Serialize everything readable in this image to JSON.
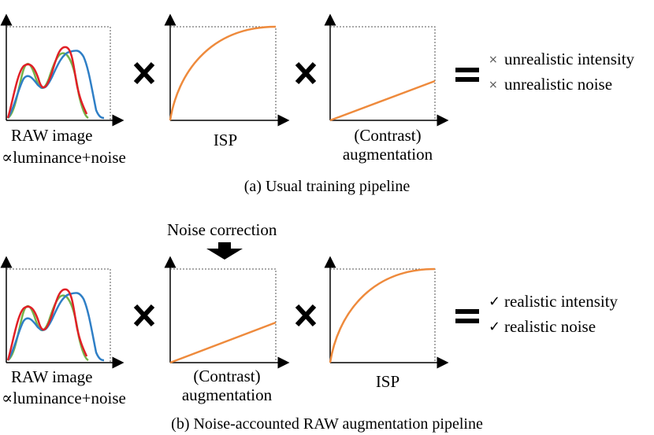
{
  "colors": {
    "raw_red": "#e11f26",
    "raw_blue": "#2f7fc6",
    "raw_green": "#74b34a",
    "curve_orange": "#ee8a3c"
  },
  "icons": {
    "multiply": "cross-icon",
    "equals": "equals-icon",
    "check": "checkmark-icon",
    "bad": "x-mark-icon",
    "arrow": "down-arrow-icon"
  },
  "row_a": {
    "raw_label_1": "RAW image",
    "raw_label_2": "∝luminance+noise",
    "graph2_label": "ISP",
    "graph3_label_1": "(Contrast)",
    "graph3_label_2": "augmentation",
    "result_1": "unrealistic intensity",
    "result_2": "unrealistic noise",
    "result_mark": "×",
    "caption": "(a) Usual training pipeline"
  },
  "row_b": {
    "noise_correction": "Noise correction",
    "raw_label_1": "RAW image",
    "raw_label_2": "∝luminance+noise",
    "graph2_label_1": "(Contrast)",
    "graph2_label_2": "augmentation",
    "graph3_label": "ISP",
    "result_1": "realistic intensity",
    "result_2": "realistic noise",
    "result_mark": "✓",
    "caption": "(b) Noise-accounted RAW augmentation pipeline"
  }
}
